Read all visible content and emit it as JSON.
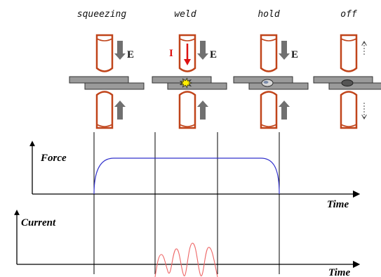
{
  "stages": [
    {
      "label": "squeezing",
      "force_arrows": "solid",
      "current_symbol": false,
      "spark": false,
      "nugget": "none"
    },
    {
      "label": "weld",
      "force_arrows": "solid",
      "current_symbol": true,
      "spark": true,
      "nugget": "none"
    },
    {
      "label": "hold",
      "force_arrows": "solid",
      "current_symbol": false,
      "spark": false,
      "nugget": "gray"
    },
    {
      "label": "off",
      "force_arrows": "dashed",
      "current_symbol": false,
      "spark": false,
      "nugget": "dark"
    }
  ],
  "symbols": {
    "force": "E",
    "current": "I"
  },
  "plots": {
    "force": {
      "ylabel": "Force",
      "xlabel": "Time"
    },
    "current": {
      "ylabel": "Current",
      "xlabel": "Time"
    }
  },
  "colors": {
    "electrode": "#c0441a",
    "sheet": "#9a9a9a",
    "force_curve": "#3333cc",
    "current_curve": "#ee6666",
    "current_arrow": "#dd1111",
    "spark": "#ffee00",
    "arrow_gray": "#707070"
  }
}
